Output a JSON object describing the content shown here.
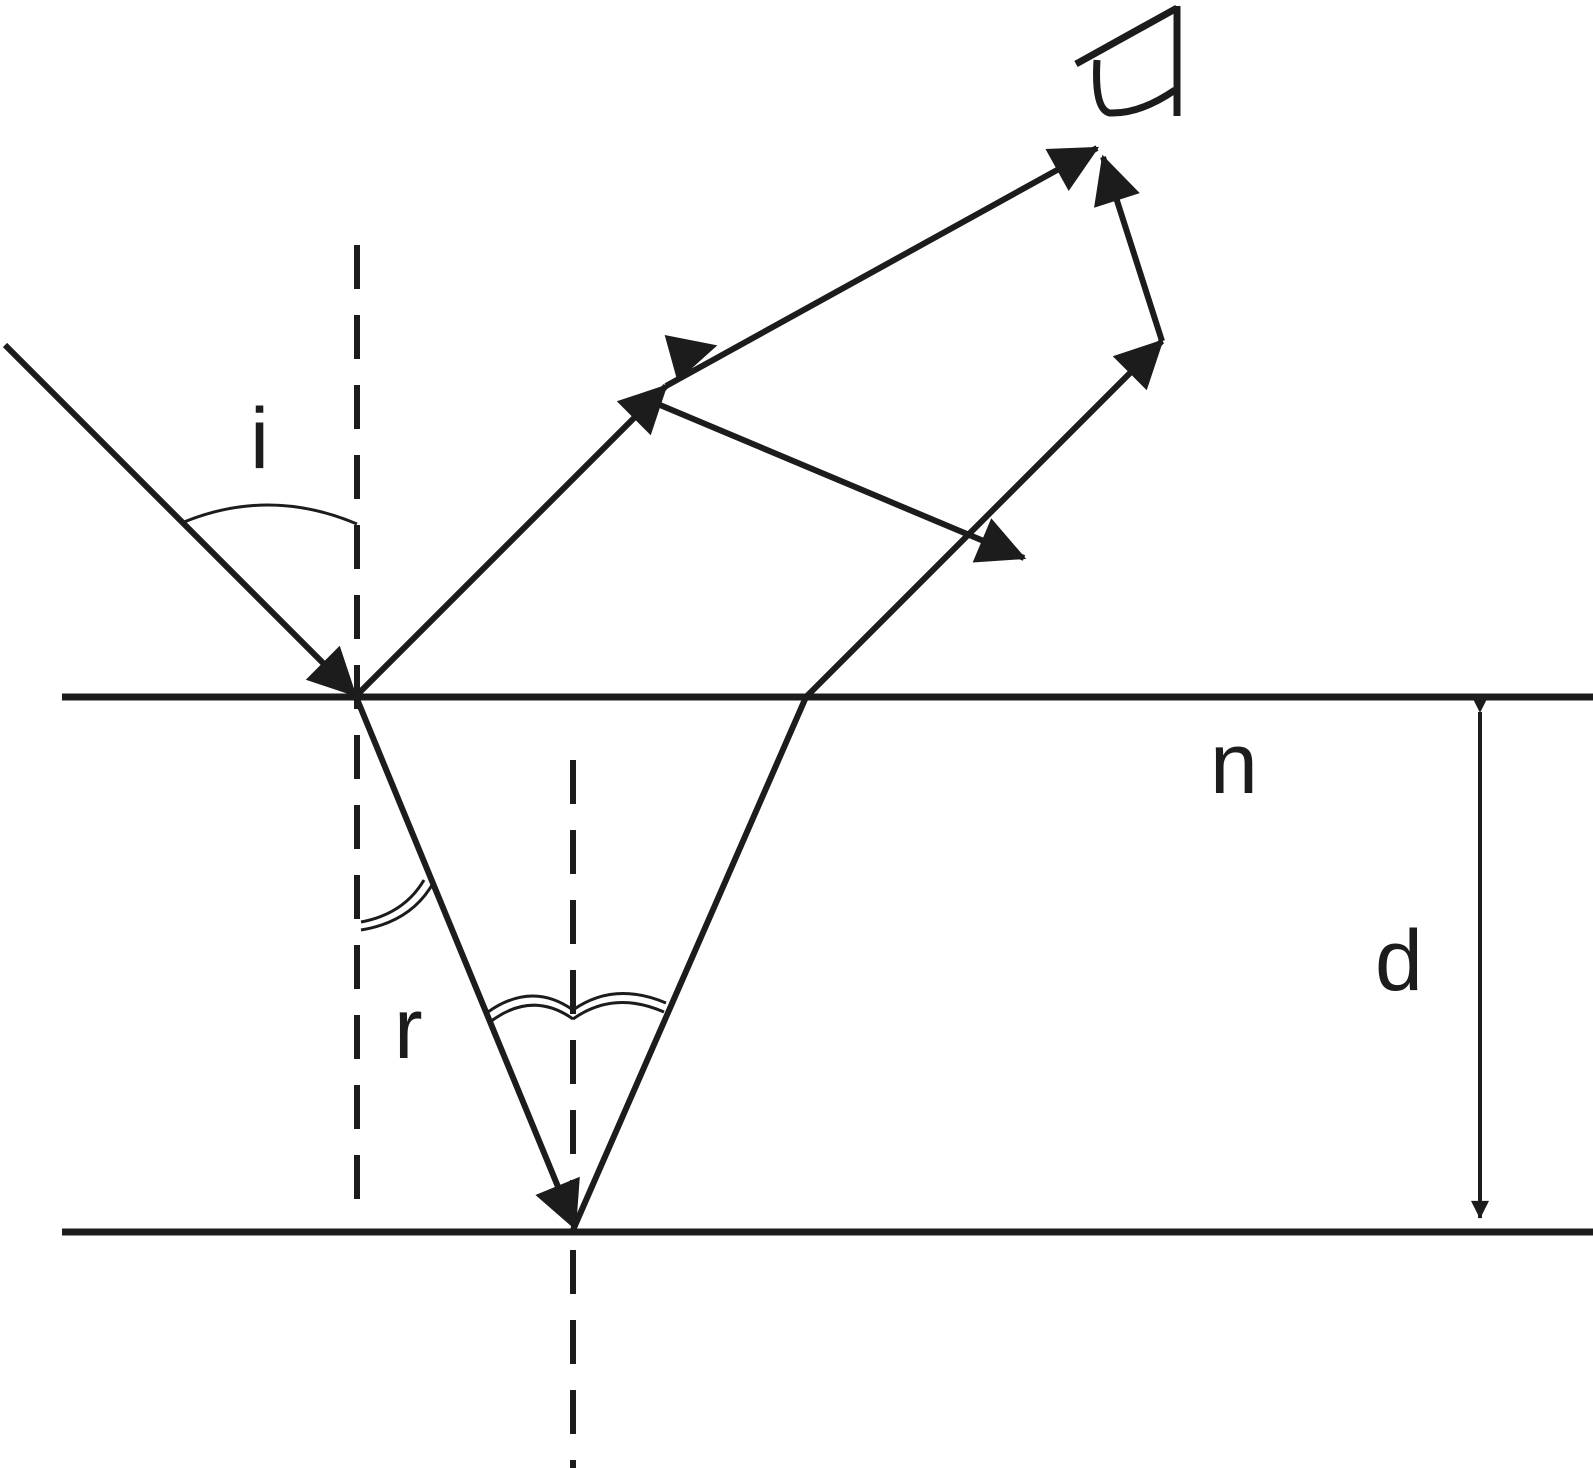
{
  "labels": {
    "incidence_angle": "i",
    "refraction_angle": "r",
    "refractive_index": "n",
    "thickness": "d"
  },
  "colors": {
    "ink": "#1c1c1c",
    "background": "#ffffff"
  },
  "icons": {
    "observer": "eye-icon"
  }
}
